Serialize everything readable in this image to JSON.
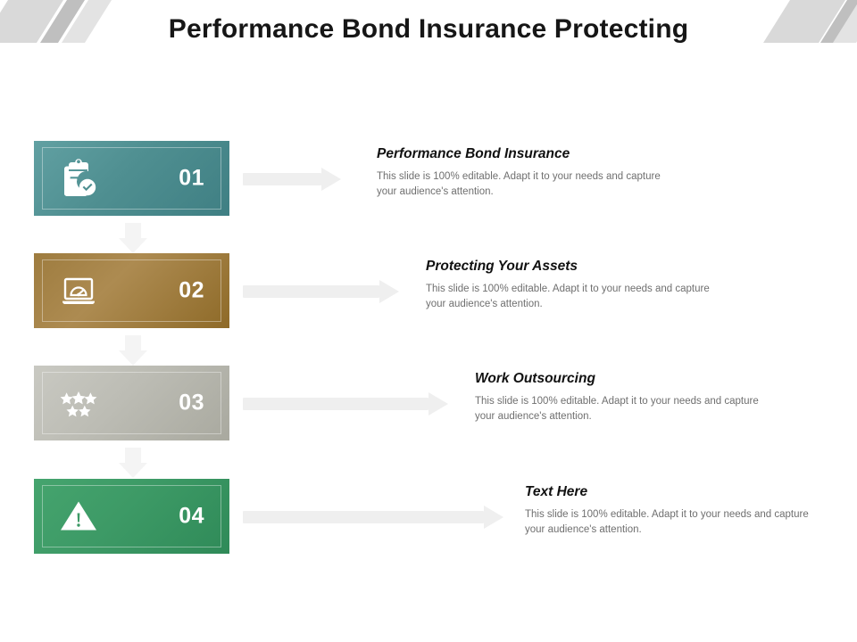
{
  "slide": {
    "title": "Performance Bond Insurance Protecting"
  },
  "decor": {
    "left_ribbon": "corner-ribbon-left",
    "right_ribbon": "corner-ribbon-right",
    "ribbon_light": "#d9d9d9",
    "ribbon_dark": "#bfbfbf"
  },
  "items": [
    {
      "number": "01",
      "icon": "clipboard-checklist-icon",
      "color": "#4f8f91",
      "heading": "Performance Bond Insurance",
      "body": "This slide is 100% editable. Adapt it to your needs and capture your audience's attention."
    },
    {
      "number": "02",
      "icon": "laptop-gauge-icon",
      "color": "#9e7c3f",
      "heading": "Protecting Your Assets",
      "body": "This slide is 100% editable. Adapt it to your needs and capture your audience's attention."
    },
    {
      "number": "03",
      "icon": "five-stars-icon",
      "color": "#bcbcb4",
      "heading": "Work Outsourcing",
      "body": "This slide is 100% editable. Adapt it to your needs and capture your audience's attention."
    },
    {
      "number": "04",
      "icon": "warning-triangle-icon",
      "color": "#3d9a66",
      "heading": "Text Here",
      "body": "This slide is 100% editable. Adapt it to your needs and capture your audience's attention."
    }
  ],
  "connectors": {
    "down_arrow_color": "#f4f4f4",
    "right_arrow_color": "#efefef"
  }
}
